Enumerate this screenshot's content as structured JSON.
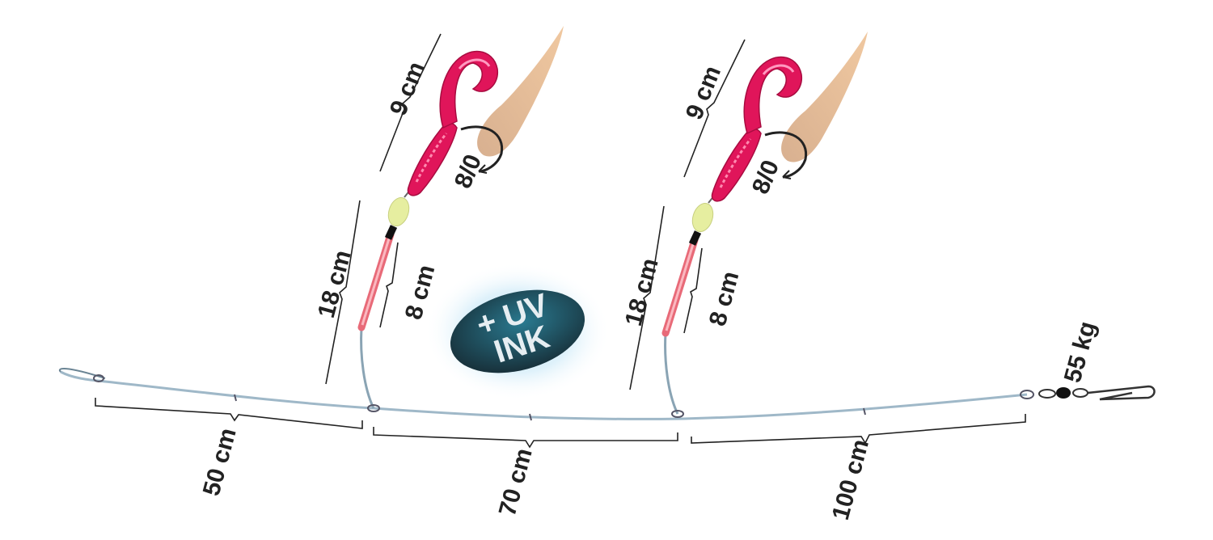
{
  "title": "Rig diagram",
  "labels": {
    "lure_length": "9 cm",
    "hook_size": "8/0",
    "dropper_length": "18 cm",
    "tube_length": "8 cm",
    "segment_1": "50 cm",
    "segment_2": "70 cm",
    "segment_3": "100 cm",
    "swivel_strength": "55 kg"
  },
  "badge": {
    "line1": "+ UV",
    "line2": "INK"
  },
  "colors": {
    "lure": "#e0155a",
    "bead": "#e8f0a8",
    "tube": "#f08080",
    "line": "#9fb8c8",
    "badge": "#1e4a5a",
    "glow": "#8fd0f0",
    "teaser": "#e0b090"
  }
}
